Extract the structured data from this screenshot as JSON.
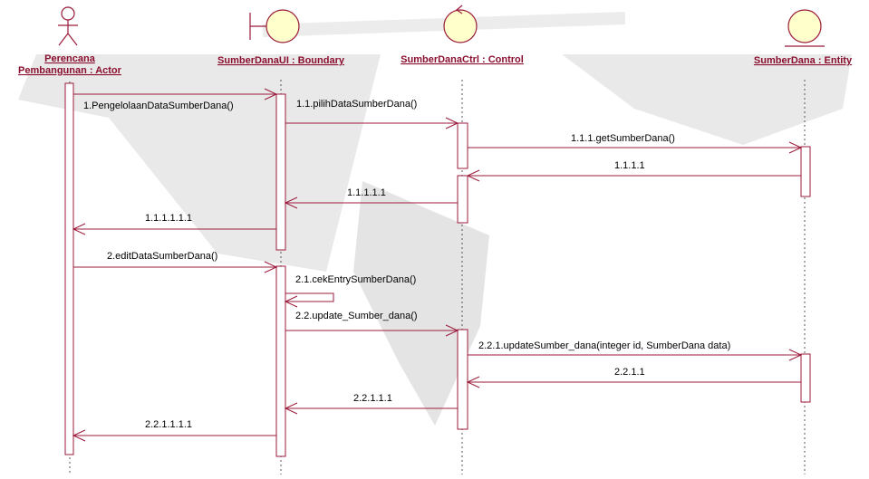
{
  "colors": {
    "line": "#9b1b3b",
    "fill": "#ffffcc",
    "label": "#8a0e2e",
    "watermark": "#e2e2e2",
    "lifeline": "#555555"
  },
  "participants": [
    {
      "id": "actor",
      "kind": "actor",
      "name_lines": [
        "Perencana",
        "Pembangunan : Actor"
      ]
    },
    {
      "id": "ui",
      "kind": "boundary",
      "name_lines": [
        "SumberDanaUI : Boundary"
      ]
    },
    {
      "id": "ctrl",
      "kind": "control",
      "name_lines": [
        "SumberDanaCtrl : Control"
      ]
    },
    {
      "id": "entity",
      "kind": "entity",
      "name_lines": [
        "SumberDana : Entity"
      ]
    }
  ],
  "messages": [
    {
      "label": "1.PengelolaanDataSumberDana()",
      "from": "actor",
      "to": "ui",
      "type": "call"
    },
    {
      "label": "1.1.pilihDataSumberDana()",
      "from": "ui",
      "to": "ctrl",
      "type": "call"
    },
    {
      "label": "1.1.1.getSumberDana()",
      "from": "ctrl",
      "to": "entity",
      "type": "call"
    },
    {
      "label": "1.1.1.1",
      "from": "entity",
      "to": "ctrl",
      "type": "return"
    },
    {
      "label": "1.1.1.1.1",
      "from": "ctrl",
      "to": "ui",
      "type": "return"
    },
    {
      "label": "1.1.1.1.1.1",
      "from": "ui",
      "to": "actor",
      "type": "return"
    },
    {
      "label": "2.editDataSumberDana()",
      "from": "actor",
      "to": "ui",
      "type": "call"
    },
    {
      "label": "2.1.cekEntrySumberDana()",
      "from": "ui",
      "to": "ui",
      "type": "self"
    },
    {
      "label": "2.2.update_Sumber_dana()",
      "from": "ui",
      "to": "ctrl",
      "type": "call"
    },
    {
      "label": "2.2.1.updateSumber_dana(integer id, SumberDana data)",
      "from": "ctrl",
      "to": "entity",
      "type": "call"
    },
    {
      "label": "2.2.1.1",
      "from": "entity",
      "to": "ctrl",
      "type": "return"
    },
    {
      "label": "2.2.1.1.1",
      "from": "ctrl",
      "to": "ui",
      "type": "return"
    },
    {
      "label": "2.2.1.1.1.1",
      "from": "ui",
      "to": "actor",
      "type": "return"
    }
  ]
}
